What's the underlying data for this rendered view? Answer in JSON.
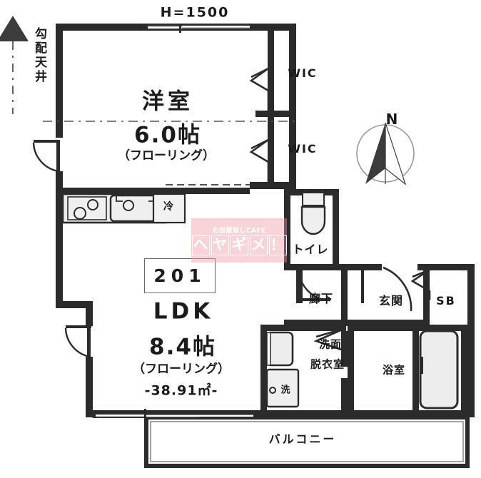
{
  "plan": {
    "unit_number": "201",
    "dimension_note": "H=1500",
    "ceiling_note": "勾配天井",
    "compass_label": "N",
    "rooms": [
      {
        "key": "washitsu",
        "name": "洋室",
        "size": "6.0帖",
        "flooring": "（フローリング）"
      },
      {
        "key": "ldk",
        "name": "LDK",
        "size": "8.4帖",
        "flooring": "（フローリング）",
        "area": "-38.91㎡-"
      },
      {
        "key": "wic_upper",
        "name": "WIC"
      },
      {
        "key": "wic_lower",
        "name": "WIC"
      },
      {
        "key": "toilet",
        "name": "トイレ"
      },
      {
        "key": "corridor",
        "name": "廊下"
      },
      {
        "key": "genkan",
        "name": "玄関"
      },
      {
        "key": "shoebox",
        "name": "SB"
      },
      {
        "key": "washroom",
        "name_line1": "洗面",
        "name_line2": "脱衣室"
      },
      {
        "key": "bathroom",
        "name": "浴室"
      },
      {
        "key": "balcony",
        "name": "バルコニー"
      }
    ],
    "fixtures": [
      {
        "key": "fridge",
        "label": "冷"
      },
      {
        "key": "washing_machine",
        "label": "洗"
      }
    ],
    "colors": {
      "wall": "#2b2b2b",
      "thin_line": "#3a3a3a",
      "fixture_fill": "#eeeeee",
      "text": "#1b1b1b",
      "watermark": "#f09aa4",
      "background": "#ffffff"
    }
  },
  "watermark": {
    "tagline": "お部屋探しCAFE",
    "chars": [
      "ヘ",
      "ヤ",
      "ギ",
      "メ",
      "！"
    ]
  }
}
